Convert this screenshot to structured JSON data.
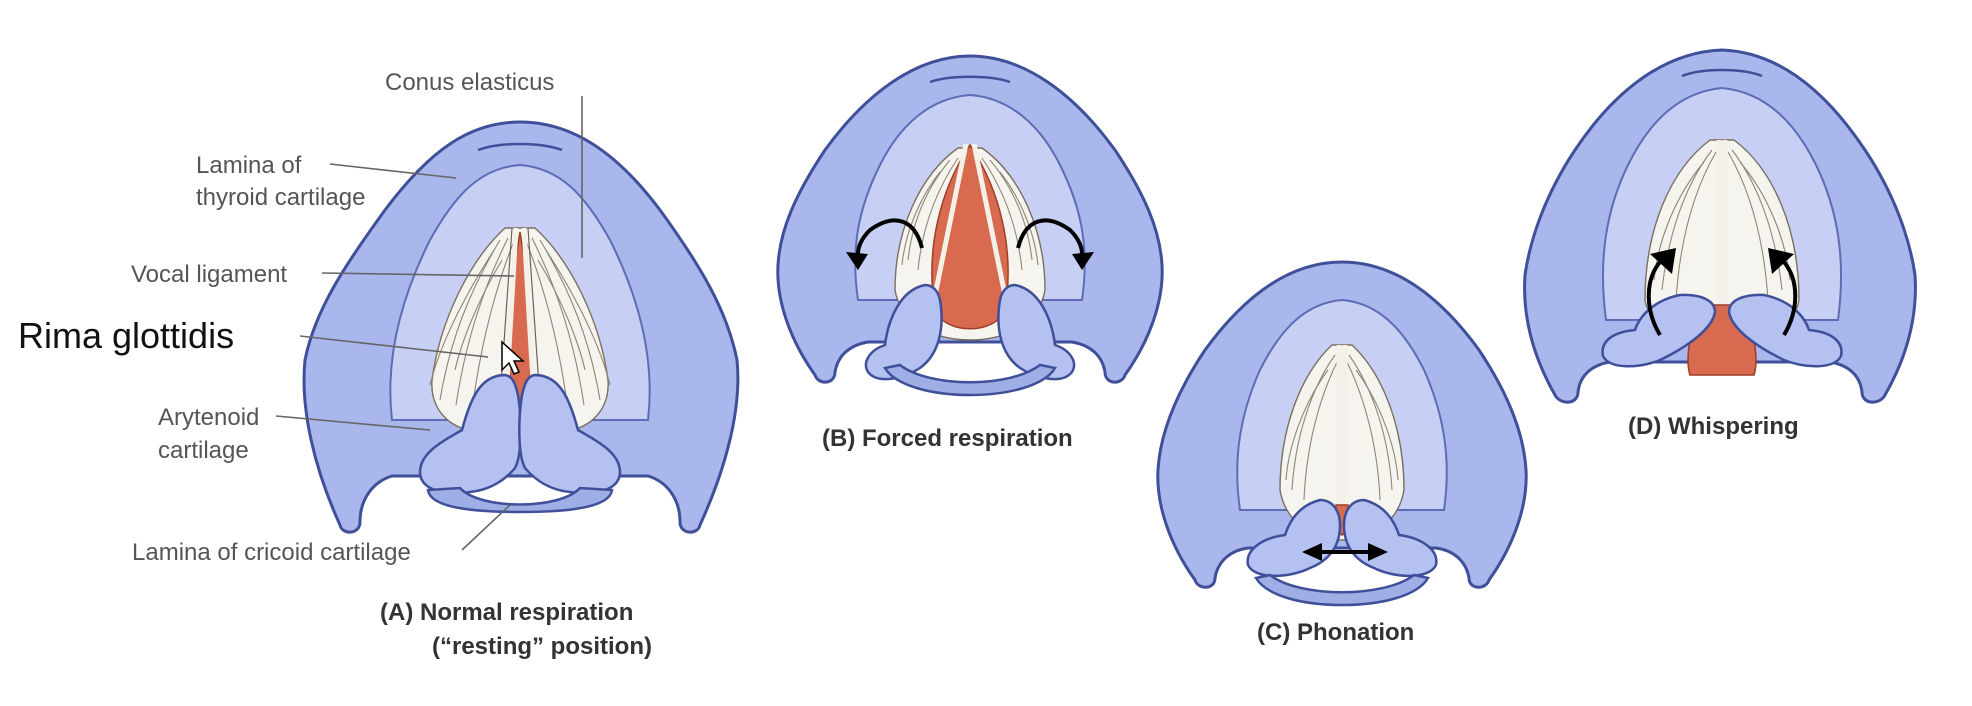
{
  "labels": {
    "conus_elasticus": "Conus elasticus",
    "lamina_thyroid_line1": "Lamina of",
    "lamina_thyroid_line2": "thyroid cartilage",
    "vocal_ligament": "Vocal ligament",
    "rima_glottidis": "Rima glottidis",
    "arytenoid_line1": "Arytenoid",
    "arytenoid_line2": "cartilage",
    "lamina_cricoid": "Lamina of cricoid cartilage"
  },
  "captions": {
    "a_line1": "(A) Normal respiration",
    "a_line2": "(“resting” position)",
    "b": "(B) Forced respiration",
    "c": "(C) Phonation",
    "d": "(D) Whispering"
  },
  "colors": {
    "cartilage": "#a9b7ec",
    "cartilage_outline": "#3f4f9a",
    "glottis": "#d76a4f",
    "vocal_fold": "#f6f4ee"
  }
}
